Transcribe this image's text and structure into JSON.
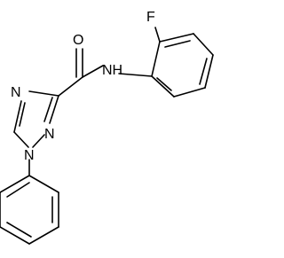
{
  "molecule": {
    "atoms": {
      "fluorine": "F",
      "carbonyl_oxygen": "O",
      "amide_nh": "NH",
      "triazole_n2": "N",
      "triazole_n4": "N",
      "triazole_n1": "N"
    },
    "colors": {
      "bond": "#000000",
      "label": "#000000",
      "background": "#ffffff"
    }
  }
}
